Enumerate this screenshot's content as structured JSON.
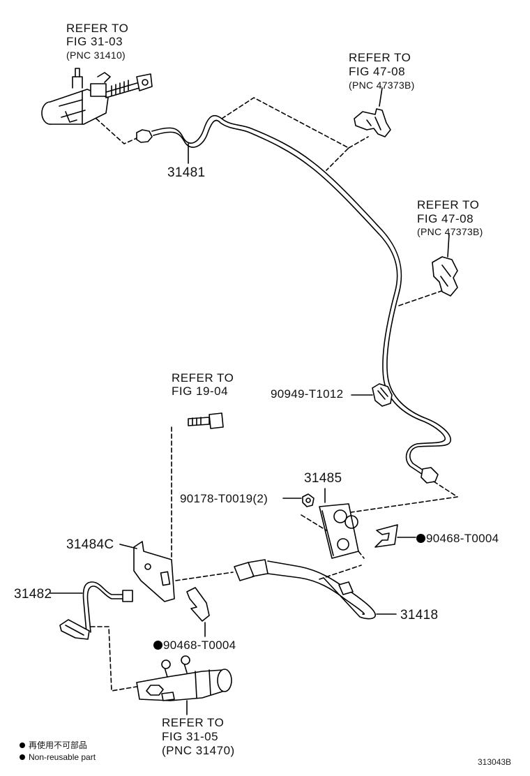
{
  "refs": {
    "r1": {
      "line1": "REFER TO",
      "line2": "FIG 31-03",
      "line3": "(PNC 31410)"
    },
    "r2": {
      "line1": "REFER TO",
      "line2": "FIG 47-08",
      "line3": "(PNC 47373B)"
    },
    "r3": {
      "line1": "REFER TO",
      "line2": "FIG 47-08",
      "line3": "(PNC 47373B)"
    },
    "r4": {
      "line1": "REFER TO",
      "line2": "FIG 19-04"
    },
    "r5": {
      "line1": "REFER TO",
      "line2": "FIG 31-05",
      "line3": "(PNC 31470)"
    }
  },
  "parts": {
    "p31481": "31481",
    "p90949": "90949-T1012",
    "p31485": "31485",
    "p90178": "90178-T0019(2)",
    "p90468a": "90468-T0004",
    "p31484c": "31484C",
    "p31482": "31482",
    "p90468b": "90468-T0004",
    "p31418": "31418"
  },
  "legend": {
    "cn": "再使用不可部品",
    "en": "Non-reusable part"
  },
  "figure_id": "313043B"
}
